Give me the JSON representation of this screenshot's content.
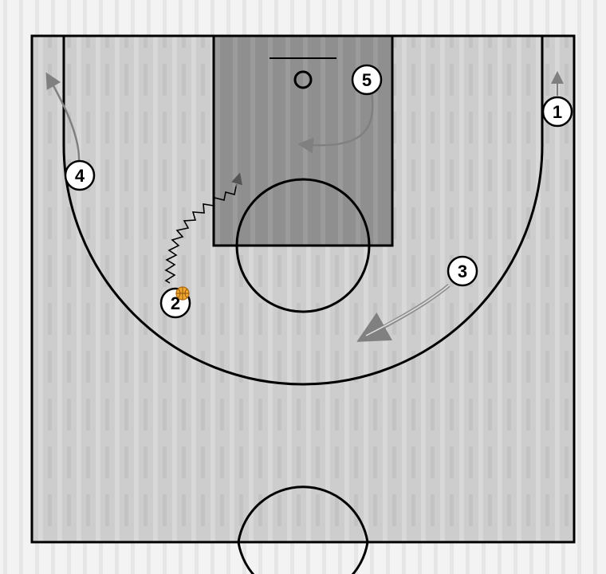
{
  "diagram": {
    "colors": {
      "background": "#f2f2f2",
      "court_floor": "#cdcdcd",
      "paint": "#8f8f8f",
      "line": "#000000",
      "player_fill": "#ffffff",
      "movement": "#8a8a8a",
      "dribble": "#000000",
      "ball": "#f0a830"
    },
    "players": [
      {
        "id": "p1",
        "label": "1"
      },
      {
        "id": "p2",
        "label": "2",
        "has_ball": true
      },
      {
        "id": "p3",
        "label": "3"
      },
      {
        "id": "p4",
        "label": "4"
      },
      {
        "id": "p5",
        "label": "5"
      }
    ],
    "actions": [
      {
        "player": "1",
        "type": "cut",
        "icon": "arrow-up"
      },
      {
        "player": "2",
        "type": "dribble",
        "icon": "zigzag-arrow"
      },
      {
        "player": "3",
        "type": "cut",
        "icon": "double-line-arrow"
      },
      {
        "player": "4",
        "type": "cut",
        "icon": "curved-arrow"
      },
      {
        "player": "5",
        "type": "cut",
        "icon": "curved-arrow"
      }
    ]
  }
}
